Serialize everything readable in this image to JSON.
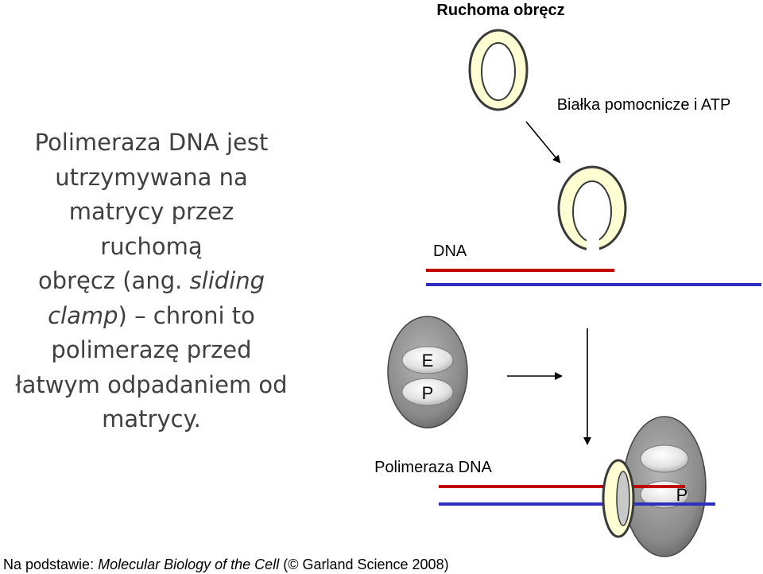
{
  "text": {
    "line1": "Polimeraza DNA jest",
    "line2": "utrzymywana na",
    "line3": "matrycy przez ruchomą",
    "line4_a": "obręcz (ang. ",
    "line4_italic": "sliding",
    "line5_italic": "clamp",
    "line5_b": ") – chroni to",
    "line6": "polimerazę przed",
    "line7": "łatwym odpadaniem od",
    "line8": "matrycy."
  },
  "labels": {
    "clamp": "Ruchoma obręcz",
    "helpers": "Białka pomocnicze i ATP",
    "dna": "DNA",
    "polymerase": "Polimeraza DNA",
    "subunit_e": "E",
    "subunit_p": "P",
    "subunit_p2": "P"
  },
  "footer": {
    "prefix": "Na podstawie: ",
    "title": "Molecular Biology of the Cell",
    "suffix": " (© Garland Science 2008)"
  },
  "colors": {
    "dna_top_strand": "#c00000",
    "dna_bottom_strand": "#2e2ebf",
    "clamp_fill": "#ffffd4",
    "polymerase_fill": "#8c8c8c",
    "main_text": "#404040"
  }
}
